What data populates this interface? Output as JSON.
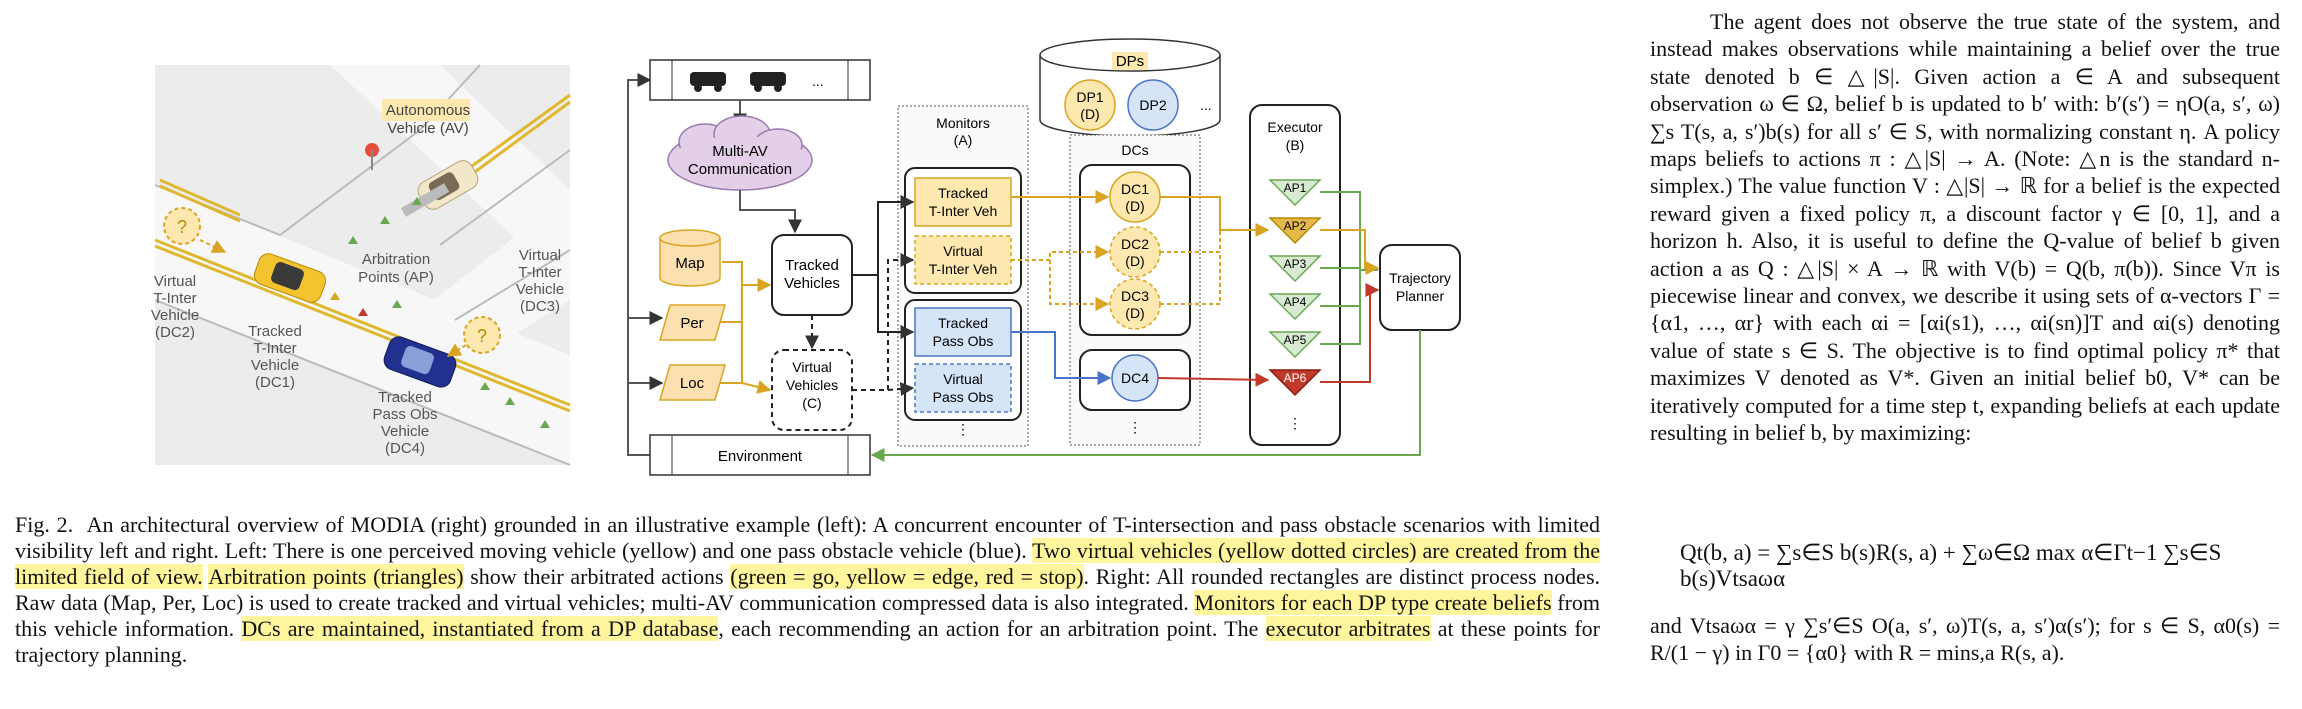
{
  "figure": {
    "scene": {
      "autonomous_vehicle": [
        "Autonomous",
        "Vehicle (AV)"
      ],
      "arbitration_points": [
        "Arbitration",
        "Points (AP)"
      ],
      "virtual_dc2": [
        "Virtual",
        "T-Inter",
        "Vehicle",
        "(DC2)"
      ],
      "virtual_dc3": [
        "Virtual",
        "T-Inter",
        "Vehicle",
        "(DC3)"
      ],
      "tracked_dc1": [
        "Tracked",
        "T-Inter",
        "Vehicle",
        "(DC1)"
      ],
      "tracked_dc4": [
        "Tracked",
        "Pass Obs",
        "Vehicle",
        "(DC4)"
      ],
      "question_mark": "?"
    },
    "arch": {
      "cars_ellipsis": "...",
      "multi_av": [
        "Multi-AV",
        "Communication"
      ],
      "map": "Map",
      "per": "Per",
      "loc": "Loc",
      "tracked_vehicles": [
        "Tracked",
        "Vehicles"
      ],
      "virtual_vehicles": [
        "Virtual",
        "Vehicles",
        "(C)"
      ],
      "monitors": [
        "Monitors",
        "(A)"
      ],
      "m_tracked_tinter": [
        "Tracked",
        "T-Inter Veh"
      ],
      "m_virtual_tinter": [
        "Virtual",
        "T-Inter Veh"
      ],
      "m_tracked_pass": [
        "Tracked",
        "Pass Obs"
      ],
      "m_virtual_pass": [
        "Virtual",
        "Pass Obs"
      ],
      "dps": "DPs",
      "dp1": [
        "DP1",
        "(D)"
      ],
      "dp2": "DP2",
      "dcs": "DCs",
      "dc1": [
        "DC1",
        "(D)"
      ],
      "dc2": [
        "DC2",
        "(D)"
      ],
      "dc3": [
        "DC3",
        "(D)"
      ],
      "dc4": "DC4",
      "executor": [
        "Executor",
        "(B)"
      ],
      "ap": [
        "AP1",
        "AP2",
        "AP3",
        "AP4",
        "AP5",
        "AP6"
      ],
      "trajectory_planner": [
        "Trajectory",
        "Planner"
      ],
      "environment": "Environment",
      "vdots": "⋮",
      "ellipsis": "..."
    }
  },
  "caption": {
    "label": "Fig. 2.",
    "t1": "An architectural overview of MODIA (right) grounded in an illustrative example (left): A concurrent encounter of T-intersection and pass obstacle scenarios with limited visibility left and right. Left: There is one perceived moving vehicle (yellow) and one pass obstacle vehicle (blue). ",
    "h1": "Two virtual vehicles (yellow dotted circles) are created from the limited field of view.",
    "t2": " ",
    "h2": "Arbitration points (triangles)",
    "t3": " show their arbitrated actions ",
    "h3": "(green = go, yellow = edge, red = stop)",
    "t4": ". Right: All rounded rectangles are distinct process nodes. Raw data (Map, Per, Loc) is used to create tracked and virtual vehicles; multi-AV communication compressed data is also integrated. ",
    "h4": "Monitors for each DP type create beliefs",
    "t5": " from this vehicle information. ",
    "h5": "DCs are maintained, instantiated from a DP database",
    "t6": ", each recommending an action for an arbitration point. The ",
    "h6": "executor arbitrates",
    "t7": " at these points for trajectory planning."
  },
  "body_text": {
    "p1": "The agent does not observe the true state of the system, and instead makes observations while maintaining a belief over the true state denoted b ∈ △|S|. Given action a ∈ A and subsequent observation ω ∈ Ω, belief b is updated to b′ with: b′(s′) = ηO(a, s′, ω) ∑s T(s, a, s′)b(s) for all s′ ∈ S, with normalizing constant η. A policy maps beliefs to actions π : △|S| → A. (Note: △n is the standard n-simplex.) The value function V : △|S| → ℝ for a belief is the expected reward given a fixed policy π, a discount factor γ ∈ [0, 1], and a horizon h. Also, it is useful to define the Q-value of belief b given action a as Q : △|S| × A → ℝ with V(b) = Q(b, π(b)). Since Vπ is piecewise linear and convex, we describe it using sets of α-vectors Γ = {α1, …, αr} with each αi = [αi(s1), …, αi(sn)]T and αi(s) denoting value of state s ∈ S. The objective is to find optimal policy π* that maximizes V denoted as V*. Given an initial belief b0, V* can be iteratively computed for a time step t, expanding beliefs at each update resulting in belief b, by maximizing:",
    "equation": "Qt(b, a) = ∑s∈S b(s)R(s, a) + ∑ω∈Ω max α∈Γt−1 ∑s∈S b(s)Vtsaωα",
    "p2": "and Vtsaωα = γ ∑s′∈S O(a, s′, ω)T(s, a, s′)α(s′); for s ∈ S, α0(s) = R/(1 − γ) in Γ0 = {α0} with R = mins,a R(s, a)."
  }
}
